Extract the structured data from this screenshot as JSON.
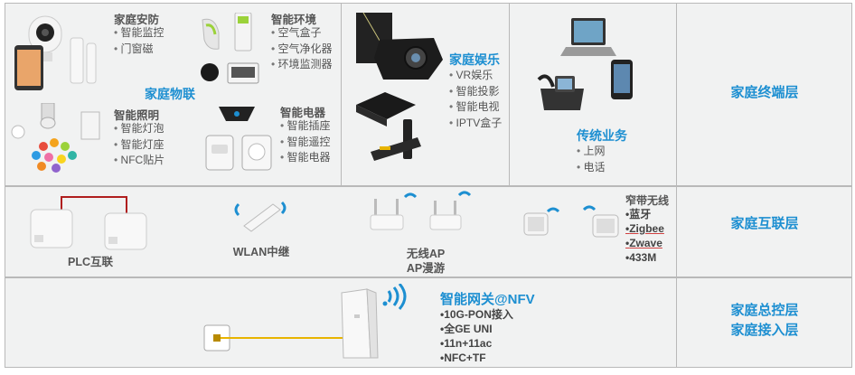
{
  "layers": {
    "terminal": "家庭终端层",
    "interconnect": "家庭互联层",
    "control_line1": "家庭总控层",
    "control_line2": "家庭接入层"
  },
  "iot": {
    "title": "家庭物联",
    "security": {
      "title": "家庭安防",
      "items": [
        "智能监控",
        "门窗磁"
      ]
    },
    "environment": {
      "title": "智能环境",
      "items": [
        "空气盒子",
        "空气净化器",
        "环境监测器"
      ]
    },
    "lighting": {
      "title": "智能照明",
      "items": [
        "智能灯泡",
        "智能灯座",
        "NFC贴片"
      ]
    },
    "appliance": {
      "title": "智能电器",
      "items": [
        "智能插座",
        "智能遥控",
        "智能电器"
      ]
    }
  },
  "entertainment": {
    "title": "家庭娱乐",
    "items": [
      "VR娱乐",
      "智能投影",
      "智能电视",
      "IPTV盒子"
    ]
  },
  "traditional": {
    "title": "传统业务",
    "items": [
      "上网",
      "电话"
    ]
  },
  "interconnect": {
    "plc": "PLC互联",
    "wlan": "WLAN中继",
    "ap_line1": "无线AP",
    "ap_line2": "AP漫游",
    "narrowband": {
      "title": "窄带无线",
      "items": [
        "蓝牙",
        "Zigbee",
        "Zwave",
        "433M"
      ]
    }
  },
  "gateway": {
    "title": "智能网关@NFV",
    "items": [
      "10G-PON接入",
      "全GE UNI",
      "11n+11ac",
      "NFC+TF"
    ]
  },
  "colors": {
    "accent": "#1d8fd1",
    "band": "#f1f2f2",
    "border": "#b9b9b9",
    "plc_link": "#b01e1e",
    "fiber": "#e8b400"
  }
}
